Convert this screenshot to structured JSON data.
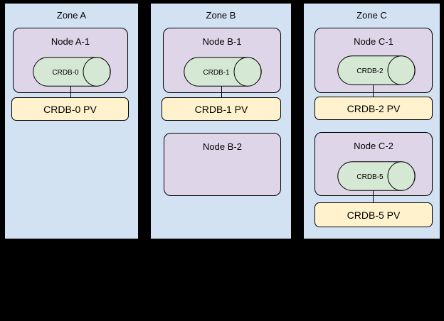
{
  "colors": {
    "background": "#000000",
    "zone_fill": "#d2e2f3",
    "node_fill": "#ded5e8",
    "database_fill": "#d5e8d4",
    "pv_fill": "#fff2cc",
    "border": "#000000"
  },
  "zones": [
    {
      "label": "Zone A",
      "nodes": [
        {
          "label": "Node A-1",
          "db": "CRDB-0",
          "pv": "CRDB-0 PV"
        }
      ]
    },
    {
      "label": "Zone B",
      "nodes": [
        {
          "label": "Node B-1",
          "db": "CRDB-1",
          "pv": "CRDB-1 PV"
        },
        {
          "label": "Node B-2"
        }
      ]
    },
    {
      "label": "Zone C",
      "nodes": [
        {
          "label": "Node C-1",
          "db": "CRDB-2",
          "pv": "CRDB-2 PV"
        },
        {
          "label": "Node C-2",
          "db": "CRDB-5",
          "pv": "CRDB-5 PV"
        }
      ]
    }
  ]
}
